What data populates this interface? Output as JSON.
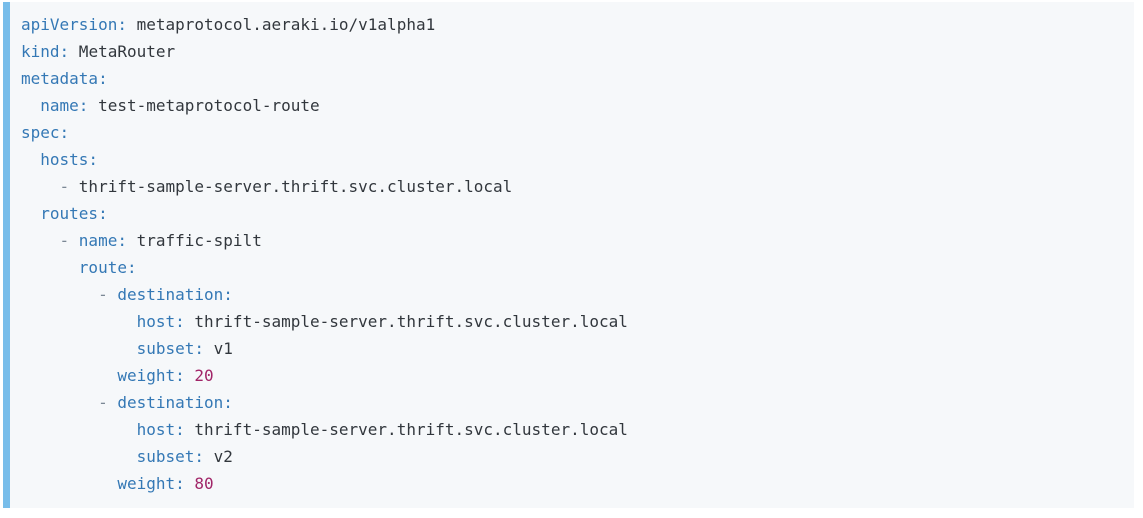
{
  "page": {
    "background": "#ffffff"
  },
  "code_block": {
    "language": "yaml",
    "background": "#f6f8fa",
    "accent_bar_color": "#78bdea",
    "colors": {
      "key": "#3478b5",
      "plain": "#32373d",
      "number": "#a12568",
      "dash": "#7b8794"
    },
    "lines": [
      [
        [
          "key",
          "apiVersion:"
        ],
        [
          "plain",
          " metaprotocol.aeraki.io/v1alpha1"
        ]
      ],
      [
        [
          "key",
          "kind:"
        ],
        [
          "plain",
          " MetaRouter"
        ]
      ],
      [
        [
          "key",
          "metadata:"
        ]
      ],
      [
        [
          "plain",
          "  "
        ],
        [
          "key",
          "name:"
        ],
        [
          "plain",
          " test-metaprotocol-route"
        ]
      ],
      [
        [
          "key",
          "spec:"
        ]
      ],
      [
        [
          "plain",
          "  "
        ],
        [
          "key",
          "hosts:"
        ]
      ],
      [
        [
          "plain",
          "    "
        ],
        [
          "dash",
          "- "
        ],
        [
          "plain",
          "thrift-sample-server.thrift.svc.cluster.local"
        ]
      ],
      [
        [
          "plain",
          "  "
        ],
        [
          "key",
          "routes:"
        ]
      ],
      [
        [
          "plain",
          "    "
        ],
        [
          "dash",
          "- "
        ],
        [
          "key",
          "name:"
        ],
        [
          "plain",
          " traffic-spilt"
        ]
      ],
      [
        [
          "plain",
          "      "
        ],
        [
          "key",
          "route:"
        ]
      ],
      [
        [
          "plain",
          "        "
        ],
        [
          "dash",
          "- "
        ],
        [
          "key",
          "destination:"
        ]
      ],
      [
        [
          "plain",
          "            "
        ],
        [
          "key",
          "host:"
        ],
        [
          "plain",
          " thrift-sample-server.thrift.svc.cluster.local"
        ]
      ],
      [
        [
          "plain",
          "            "
        ],
        [
          "key",
          "subset:"
        ],
        [
          "plain",
          " v1"
        ]
      ],
      [
        [
          "plain",
          "          "
        ],
        [
          "key",
          "weight:"
        ],
        [
          "plain",
          " "
        ],
        [
          "number",
          "20"
        ]
      ],
      [
        [
          "plain",
          "        "
        ],
        [
          "dash",
          "- "
        ],
        [
          "key",
          "destination:"
        ]
      ],
      [
        [
          "plain",
          "            "
        ],
        [
          "key",
          "host:"
        ],
        [
          "plain",
          " thrift-sample-server.thrift.svc.cluster.local"
        ]
      ],
      [
        [
          "plain",
          "            "
        ],
        [
          "key",
          "subset:"
        ],
        [
          "plain",
          " v2"
        ]
      ],
      [
        [
          "plain",
          "          "
        ],
        [
          "key",
          "weight:"
        ],
        [
          "plain",
          " "
        ],
        [
          "number",
          "80"
        ]
      ]
    ]
  }
}
